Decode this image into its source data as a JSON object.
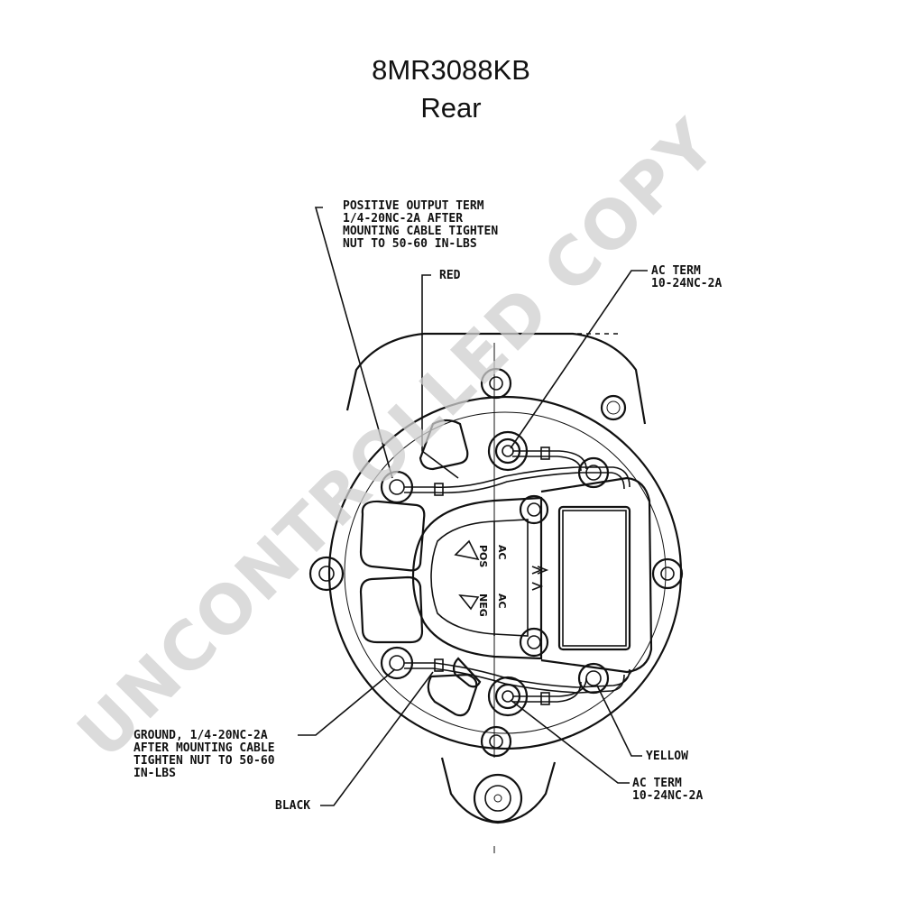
{
  "title": "8MR3088KB",
  "subtitle": "Rear",
  "watermark": "UNCONTROLLED COPY",
  "callouts": {
    "positive_output": [
      "POSITIVE OUTPUT TERM",
      "1/4-20NC-2A AFTER",
      "MOUNTING CABLE TIGHTEN",
      "NUT TO 50-60 IN-LBS"
    ],
    "red": "RED",
    "ac_term_top": [
      "AC TERM",
      "10-24NC-2A"
    ],
    "ground": [
      "GROUND, 1/4-20NC-2A",
      "AFTER MOUNTING CABLE",
      "TIGHTEN NUT TO 50-60",
      "IN-LBS"
    ],
    "black": "BLACK",
    "yellow": "YELLOW",
    "ac_term_bottom": [
      "AC TERM",
      "10-24NC-2A"
    ]
  },
  "plate_labels": {
    "pos": "POS",
    "neg": "NEG",
    "ac1": "AC",
    "ac2": "AC"
  }
}
